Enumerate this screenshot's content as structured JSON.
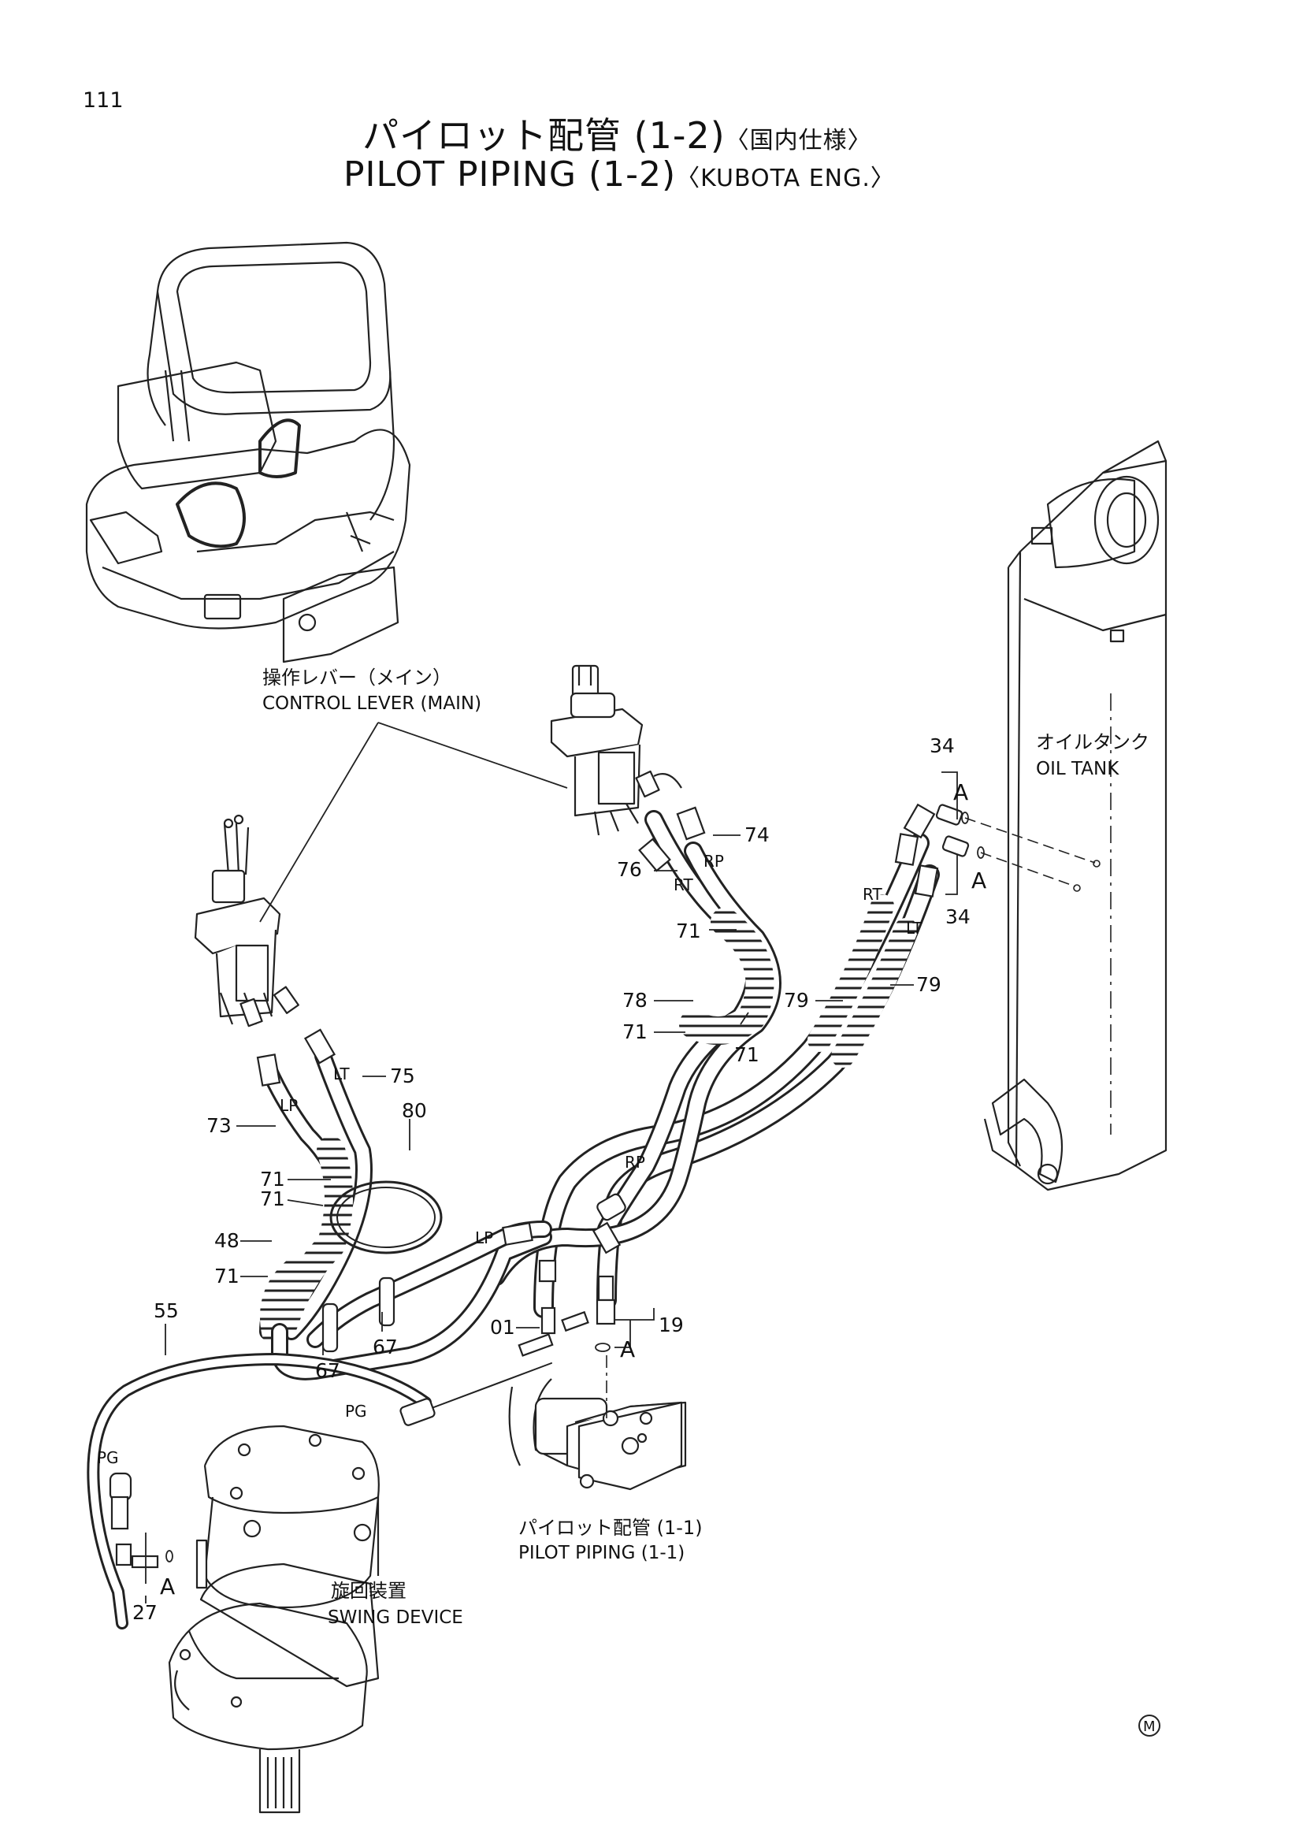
{
  "page": {
    "number": "111",
    "title_jp": "パイロット配管 (1-2)",
    "title_jp_note": "〈国内仕様〉",
    "title_en": "PILOT PIPING (1-2)",
    "title_en_note": "〈KUBOTA ENG.〉",
    "mark": "M"
  },
  "captions": {
    "control_lever_jp": "操作レバー（メイン）",
    "control_lever_en": "CONTROL LEVER (MAIN)",
    "oil_tank_jp": "オイルタンク",
    "oil_tank_en": "OIL TANK",
    "pilot_piping_jp": "パイロット配管 (1-1)",
    "pilot_piping_en": "PILOT PIPING (1-1)",
    "swing_device_jp": "旋回装置",
    "swing_device_en": "SWING DEVICE"
  },
  "callouts": {
    "p34a": "34",
    "p34b": "34",
    "p74": "74",
    "p76": "76",
    "p71a": "71",
    "p71b": "71",
    "p71c": "71",
    "p71d": "71",
    "p71e": "71",
    "p71f": "71",
    "p78": "78",
    "p79a": "79",
    "p79b": "79",
    "p75": "75",
    "p73": "73",
    "p80": "80",
    "p48": "48",
    "p55": "55",
    "p67a": "67",
    "p67b": "67",
    "p01": "01",
    "p19": "19",
    "p27": "27"
  },
  "ports": {
    "rp1": "RP",
    "rt1": "RT",
    "rt2": "RT",
    "lt1": "LT",
    "lt2": "LT",
    "lp1": "LP",
    "lp2": "LP",
    "rp2": "RP",
    "pg1": "PG",
    "pg2": "PG"
  },
  "section_marks": {
    "a1": "A",
    "a2": "A",
    "a3": "A",
    "a4": "A"
  }
}
